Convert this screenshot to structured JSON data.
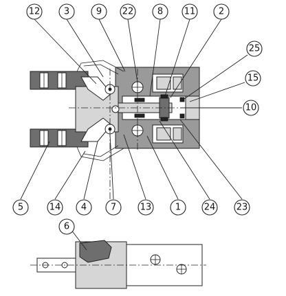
{
  "callouts": {
    "top": [
      "12",
      "3",
      "9",
      "22",
      "8",
      "11",
      "2"
    ],
    "right": [
      "25",
      "15",
      "10"
    ],
    "bottom": [
      "5",
      "14",
      "4",
      "7",
      "13",
      "1",
      "24",
      "23"
    ],
    "side_view": [
      "6"
    ]
  }
}
